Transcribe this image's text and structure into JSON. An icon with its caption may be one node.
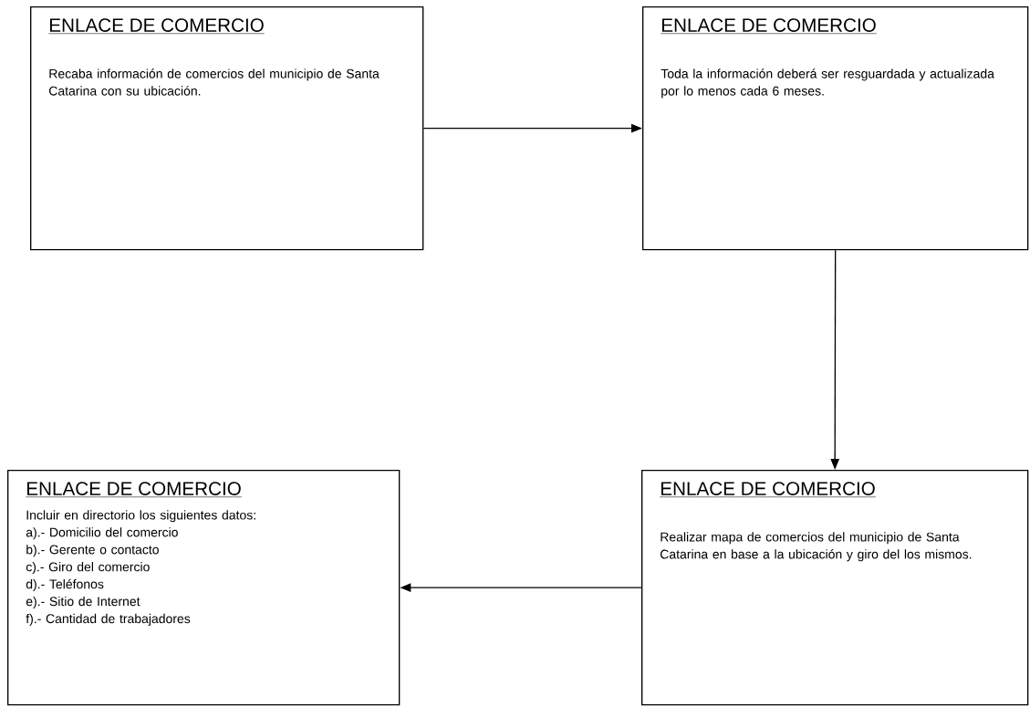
{
  "diagram": {
    "nodes": [
      {
        "text": [
          "ENLACE DE COMERCIO",
          "Recaba información de comercios del municipio de Santa Catarina con su ubicación."
        ]
      },
      {
        "text": [
          "ENLACE DE COMERCIO",
          "Toda la información deberá ser resguardada y actualizada por lo menos cada 6 meses."
        ]
      },
      {
        "text": [
          "ENLACE DE COMERCIO",
          "Incluir en directorio los siguientes datos:",
          "a).- Domicilio del comercio",
          "b).- Gerente o contacto",
          "c).- Giro del comercio",
          "d).- Teléfonos",
          "e).- Sitio de Internet",
          "f).- Cantidad de trabajadores"
        ]
      },
      {
        "text": [
          "ENLACE DE COMERCIO",
          "Realizar mapa de comercios del municipio de Santa Catarina en base a la ubicación y giro del los mismos."
        ]
      }
    ],
    "edges": [
      {
        "from": 0,
        "to": 1,
        "arrow": "to"
      },
      {
        "from": 1,
        "to": 3,
        "arrow": "to"
      },
      {
        "from": 3,
        "to": 2,
        "arrow": "to"
      }
    ]
  }
}
